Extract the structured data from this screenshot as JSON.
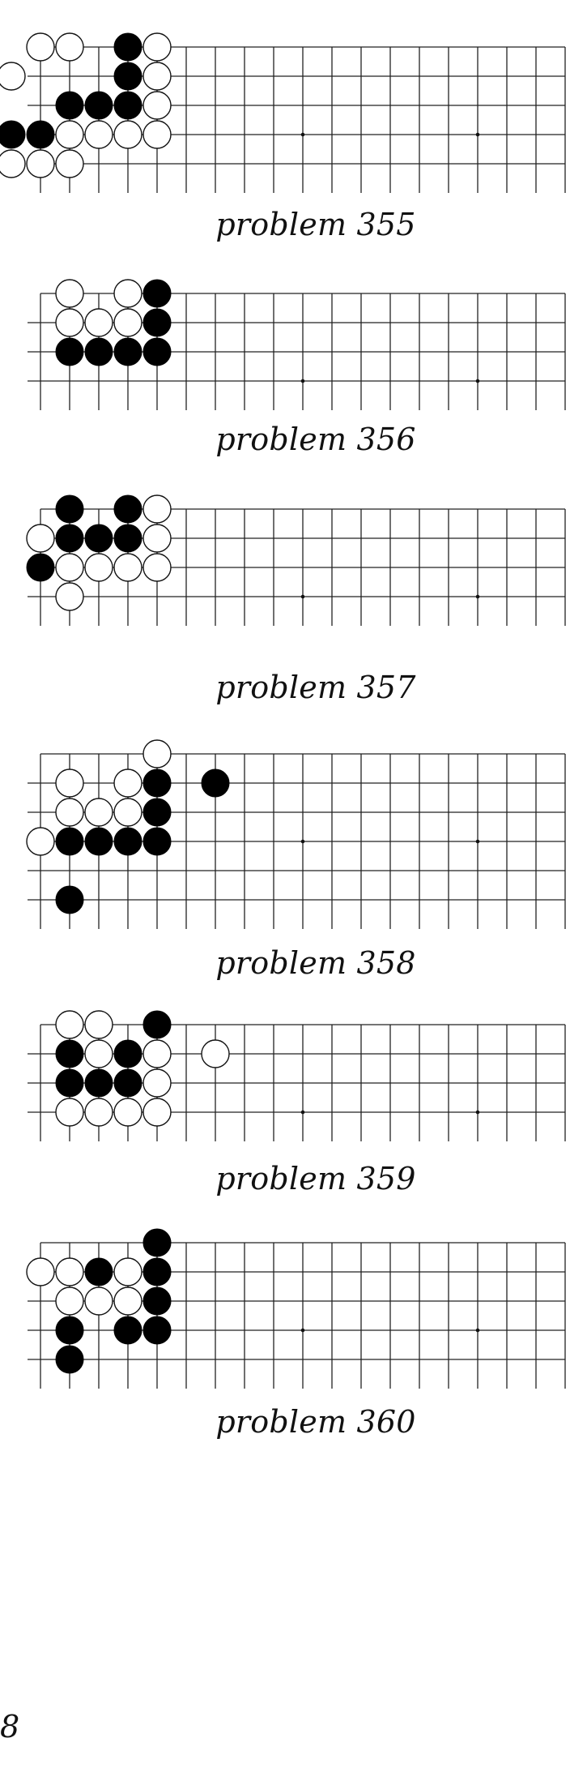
{
  "page_number": "8",
  "problems": [
    {
      "caption": "problem 355",
      "rows": 5,
      "black": [
        [
          3,
          0
        ],
        [
          3,
          1
        ],
        [
          1,
          2
        ],
        [
          2,
          2
        ],
        [
          3,
          2
        ],
        [
          -1,
          3
        ],
        [
          0,
          3
        ]
      ],
      "white": [
        [
          0,
          0
        ],
        [
          1,
          0
        ],
        [
          4,
          0
        ],
        [
          -1,
          1
        ],
        [
          4,
          1
        ],
        [
          4,
          2
        ],
        [
          1,
          3
        ],
        [
          2,
          3
        ],
        [
          3,
          3
        ],
        [
          4,
          3
        ],
        [
          -1,
          4
        ],
        [
          0,
          4
        ],
        [
          1,
          4
        ]
      ]
    },
    {
      "caption": "problem 356",
      "rows": 4,
      "black": [
        [
          4,
          0
        ],
        [
          4,
          1
        ],
        [
          1,
          2
        ],
        [
          2,
          2
        ],
        [
          3,
          2
        ],
        [
          4,
          2
        ]
      ],
      "white": [
        [
          1,
          0
        ],
        [
          3,
          0
        ],
        [
          1,
          1
        ],
        [
          2,
          1
        ],
        [
          3,
          1
        ]
      ]
    },
    {
      "caption": "problem 357",
      "rows": 4,
      "black": [
        [
          1,
          0
        ],
        [
          3,
          0
        ],
        [
          1,
          1
        ],
        [
          2,
          1
        ],
        [
          3,
          1
        ],
        [
          0,
          2
        ]
      ],
      "white": [
        [
          4,
          0
        ],
        [
          0,
          1
        ],
        [
          4,
          1
        ],
        [
          1,
          2
        ],
        [
          2,
          2
        ],
        [
          3,
          2
        ],
        [
          4,
          2
        ],
        [
          1,
          3
        ]
      ]
    },
    {
      "caption": "problem 358",
      "rows": 6,
      "black": [
        [
          4,
          1
        ],
        [
          6,
          1
        ],
        [
          4,
          2
        ],
        [
          1,
          3
        ],
        [
          2,
          3
        ],
        [
          3,
          3
        ],
        [
          4,
          3
        ],
        [
          1,
          5
        ]
      ],
      "white": [
        [
          4,
          0
        ],
        [
          1,
          1
        ],
        [
          3,
          1
        ],
        [
          1,
          2
        ],
        [
          2,
          2
        ],
        [
          3,
          2
        ],
        [
          0,
          3
        ]
      ]
    },
    {
      "caption": "problem 359",
      "rows": 4,
      "black": [
        [
          4,
          0
        ],
        [
          1,
          1
        ],
        [
          3,
          1
        ],
        [
          1,
          2
        ],
        [
          2,
          2
        ],
        [
          3,
          2
        ]
      ],
      "white": [
        [
          1,
          0
        ],
        [
          2,
          0
        ],
        [
          4,
          1
        ],
        [
          2,
          1
        ],
        [
          6,
          1
        ],
        [
          4,
          2
        ],
        [
          1,
          3
        ],
        [
          2,
          3
        ],
        [
          3,
          3
        ],
        [
          4,
          3
        ]
      ]
    },
    {
      "caption": "problem 360",
      "rows": 5,
      "black": [
        [
          4,
          0
        ],
        [
          2,
          1
        ],
        [
          4,
          1
        ],
        [
          4,
          2
        ],
        [
          1,
          3
        ],
        [
          3,
          3
        ],
        [
          4,
          3
        ],
        [
          1,
          4
        ]
      ],
      "white": [
        [
          0,
          1
        ],
        [
          1,
          1
        ],
        [
          3,
          1
        ],
        [
          1,
          2
        ],
        [
          2,
          2
        ],
        [
          3,
          2
        ]
      ]
    }
  ]
}
